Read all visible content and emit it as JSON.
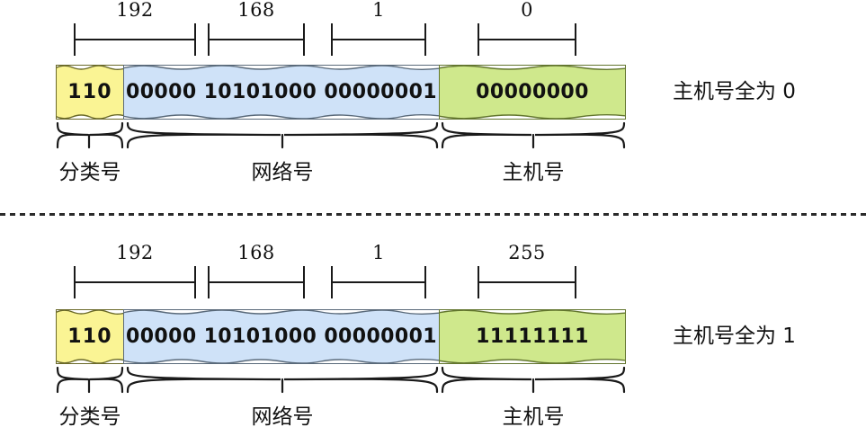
{
  "diagram": {
    "title": "IP address structure: network address vs broadcast address",
    "colors": {
      "class_field": "#faf494",
      "network_field": "#cfe2f8",
      "host_field": "#cfe88c",
      "outline": "#4d4d33",
      "text": "#111111",
      "divider": "#333333"
    },
    "panels": [
      {
        "id": "network-address",
        "ruler": {
          "labels": [
            "192",
            "168",
            "1",
            "0"
          ]
        },
        "segments": [
          {
            "name": "class-field",
            "text": "110",
            "color": "#faf494"
          },
          {
            "name": "network-field",
            "text": "00000 10101000 00000001",
            "color": "#cfe2f8"
          },
          {
            "name": "host-field",
            "text": "00000000",
            "color": "#cfe88c"
          }
        ],
        "group_labels": [
          "分类号",
          "网络号",
          "主机号"
        ],
        "note": "主机号全为 0"
      },
      {
        "id": "broadcast-address",
        "ruler": {
          "labels": [
            "192",
            "168",
            "1",
            "255"
          ]
        },
        "segments": [
          {
            "name": "class-field",
            "text": "110",
            "color": "#faf494"
          },
          {
            "name": "network-field",
            "text": "00000 10101000 00000001",
            "color": "#cfe2f8"
          },
          {
            "name": "host-field",
            "text": "11111111",
            "color": "#cfe88c"
          }
        ],
        "group_labels": [
          "分类号",
          "网络号",
          "主机号"
        ],
        "note": "主机号全为 1"
      }
    ]
  }
}
